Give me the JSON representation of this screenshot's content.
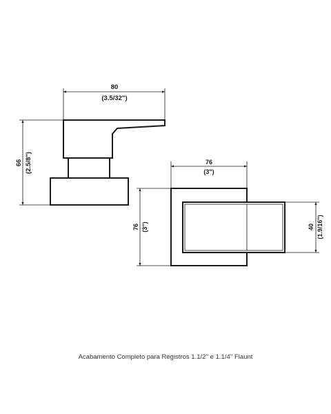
{
  "side_view": {
    "width_dim": {
      "mm": "80",
      "inch": "(3.5/32\")"
    },
    "height_dim": {
      "mm": "66",
      "inch": "(2.5/8\")"
    }
  },
  "front_view": {
    "width_dim": {
      "mm": "76",
      "inch": "(3\")"
    },
    "height_dim": {
      "mm": "76",
      "inch": "(3\")"
    },
    "lever_dim": {
      "mm": "40",
      "inch": "(1.9/16\")"
    }
  },
  "caption": "Acabamento Completo para Registros 1.1/2'' e 1.1/4'' Flaunt",
  "colors": {
    "line": "#1a1a1a",
    "background": "#ffffff"
  }
}
